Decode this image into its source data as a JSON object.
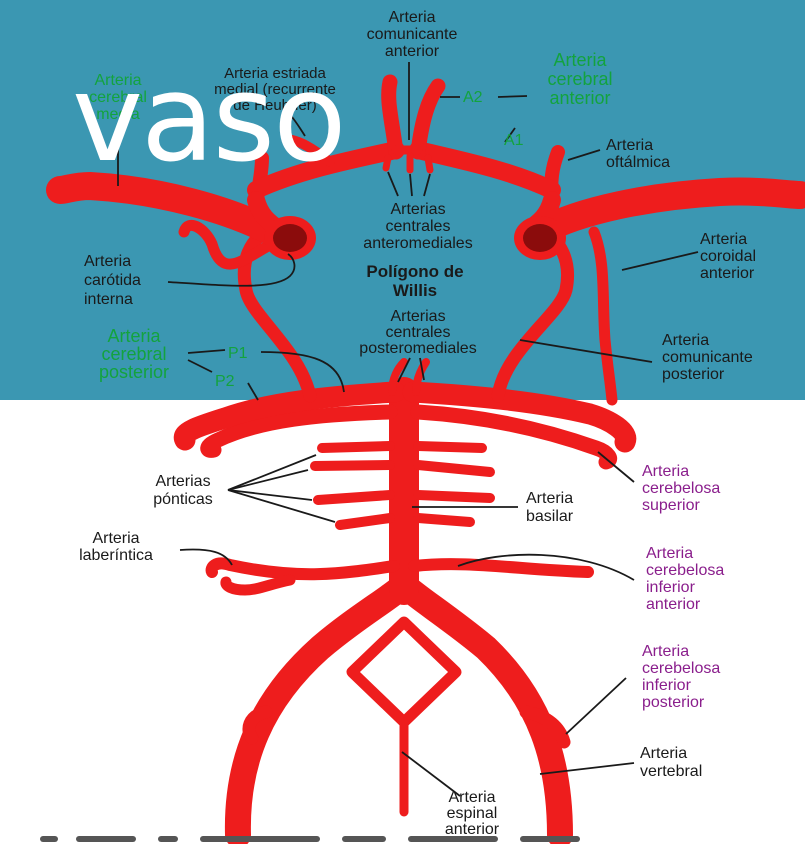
{
  "colors": {
    "teal_background": "#3b97b2",
    "white_background": "#ffffff",
    "artery": "#ee1d1d",
    "artery_dark": "#8b0c0c",
    "green_label": "#13a33e",
    "purple_label": "#8a1e8c",
    "black_label": "#1a1a1a",
    "overlay_text": "#ffffff"
  },
  "overlay": {
    "text": "vaso"
  },
  "title": [
    "Polígono de",
    "Willis"
  ],
  "labels": {
    "acom": [
      "Arteria",
      "comunicante",
      "anterior"
    ],
    "heubner": [
      "Arteria estriada",
      "medial (recurrente",
      "de Heubner)"
    ],
    "mca": [
      "Arteria",
      "cerebral",
      "media"
    ],
    "aca": [
      "Arteria",
      "cerebral",
      "anterior"
    ],
    "a2": "A2",
    "a1": "A1",
    "ophthalmic": [
      "Arteria",
      "oftálmica"
    ],
    "anteromedial": [
      "Arterias",
      "centrales",
      "anteromediales"
    ],
    "ica": [
      "Arteria",
      "carótida",
      "interna"
    ],
    "choroidal": [
      "Arteria",
      "coroidal",
      "anterior"
    ],
    "posteromedial": [
      "Arterias",
      "centrales",
      "posteromediales"
    ],
    "pca": [
      "Arteria",
      "cerebral",
      "posterior"
    ],
    "p1": "P1",
    "p2": "P2",
    "pcom": [
      "Arteria",
      "comunicante",
      "posterior"
    ],
    "pontine": [
      "Arterias",
      "pónticas"
    ],
    "basilar": [
      "Arteria",
      "basilar"
    ],
    "sca": [
      "Arteria",
      "cerebelosa",
      "superior"
    ],
    "labyrinthine": [
      "Arteria",
      "laberíntica"
    ],
    "aica": [
      "Arteria",
      "cerebelosa",
      "inferior",
      "anterior"
    ],
    "pica": [
      "Arteria",
      "cerebelosa",
      "inferior",
      "posterior"
    ],
    "vertebral": [
      "Arteria",
      "vertebral"
    ],
    "spinal": [
      "Arteria",
      "espinal",
      "anterior"
    ]
  }
}
